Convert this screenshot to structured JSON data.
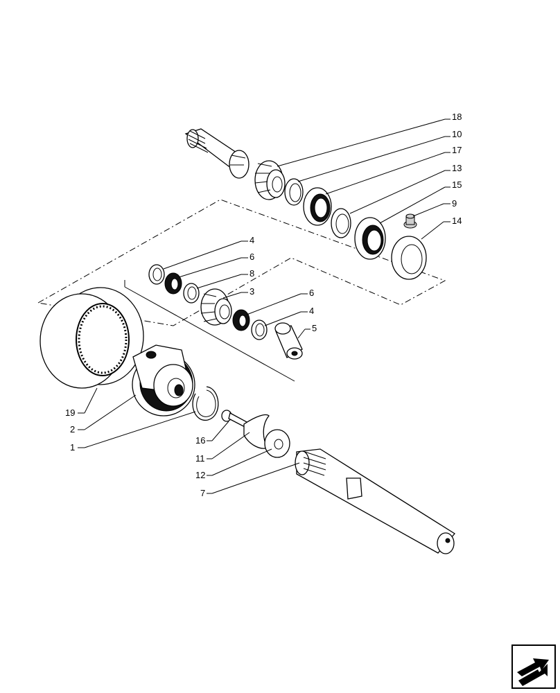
{
  "callouts": [
    {
      "id": "18",
      "text": "18"
    },
    {
      "id": "10",
      "text": "10"
    },
    {
      "id": "17",
      "text": "17"
    },
    {
      "id": "13",
      "text": "13"
    },
    {
      "id": "15",
      "text": "15"
    },
    {
      "id": "9",
      "text": "9"
    },
    {
      "id": "14",
      "text": "14"
    },
    {
      "id": "4a",
      "text": "4"
    },
    {
      "id": "6a",
      "text": "6"
    },
    {
      "id": "8",
      "text": "8"
    },
    {
      "id": "3",
      "text": "3"
    },
    {
      "id": "6b",
      "text": "6"
    },
    {
      "id": "4b",
      "text": "4"
    },
    {
      "id": "5",
      "text": "5"
    },
    {
      "id": "19",
      "text": "19"
    },
    {
      "id": "2",
      "text": "2"
    },
    {
      "id": "1",
      "text": "1"
    },
    {
      "id": "16",
      "text": "16"
    },
    {
      "id": "11",
      "text": "11"
    },
    {
      "id": "12",
      "text": "12"
    },
    {
      "id": "7",
      "text": "7"
    }
  ],
  "nav_icon": "next-page-arrow-icon"
}
